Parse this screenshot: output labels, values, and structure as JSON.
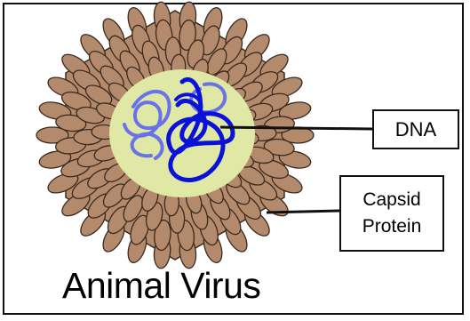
{
  "diagram": {
    "title": "Animal Virus",
    "labels": {
      "dna": "DNA",
      "capsid_line1": "Capsid",
      "capsid_line2": "Protein"
    },
    "colors": {
      "capsid_fill": "#b48a6c",
      "capsid_stroke": "#3a2a1e",
      "core_fill": "#dfe8a4",
      "dna_dark": "#0a12d8",
      "dna_light": "#6a72ea",
      "leader_line": "#111111"
    }
  }
}
